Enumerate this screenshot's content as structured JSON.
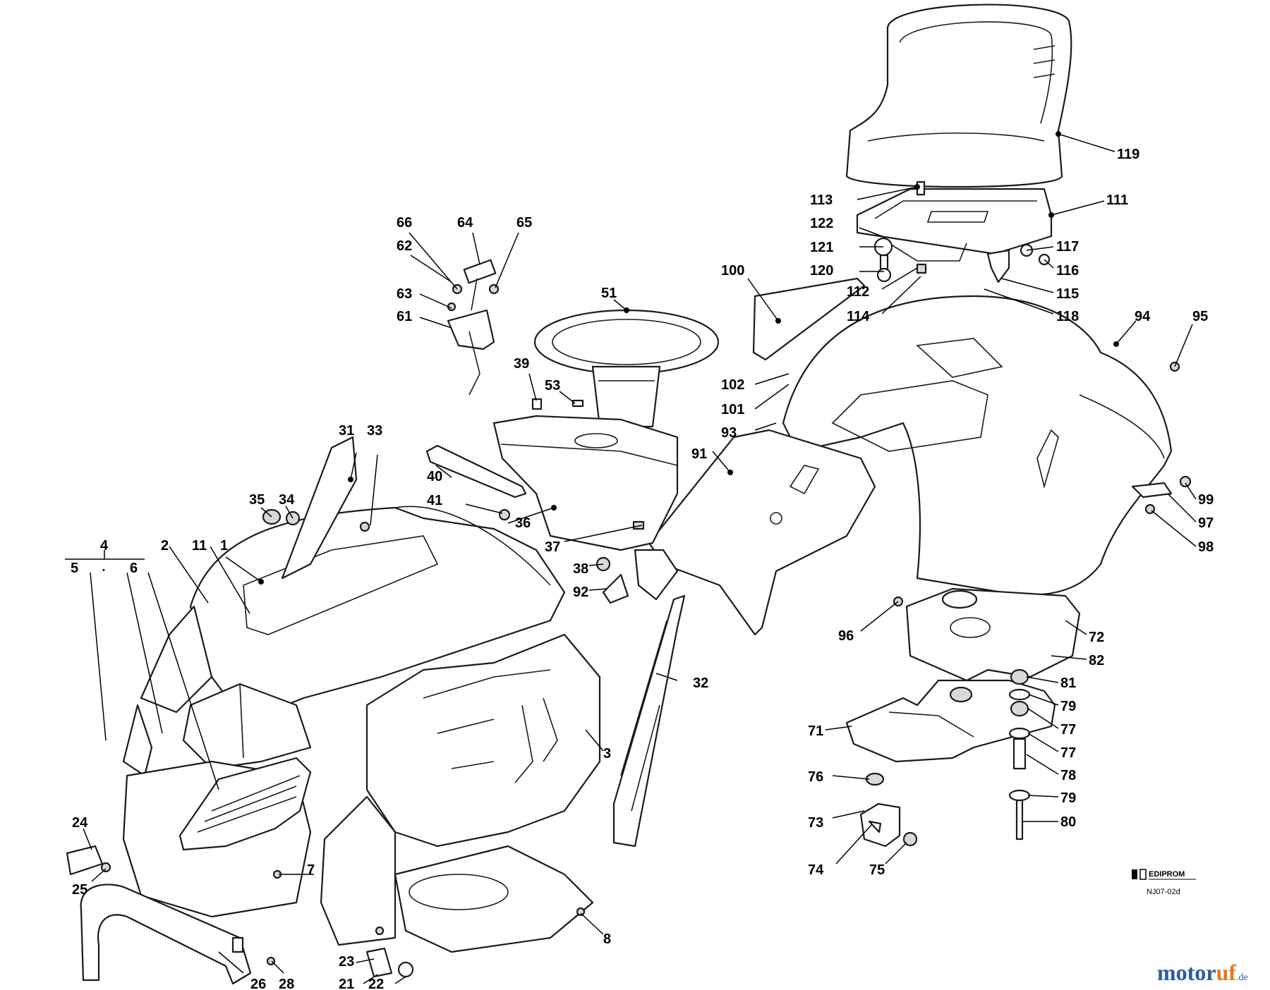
{
  "diagram": {
    "drawing_code": "NJ07-02d",
    "maker_mark": "EDIPROM",
    "watermark": {
      "part1": "motor",
      "part2": "uf",
      "suffix": ".de"
    },
    "labels": [
      "1",
      "2",
      "3",
      "4",
      "5",
      "6",
      "7",
      "8",
      "11",
      "21",
      "22",
      "23",
      "24",
      "25",
      "26",
      "28",
      "31",
      "32",
      "33",
      "34",
      "35",
      "36",
      "37",
      "38",
      "39",
      "40",
      "41",
      "51",
      "53",
      "61",
      "62",
      "63",
      "64",
      "65",
      "66",
      "71",
      "72",
      "73",
      "74",
      "75",
      "76",
      "77",
      "77",
      "78",
      "79",
      "79",
      "80",
      "81",
      "82",
      "91",
      "92",
      "93",
      "94",
      "95",
      "96",
      "96",
      "97",
      "98",
      "99",
      "100",
      "101",
      "102",
      "111",
      "112",
      "113",
      "114",
      "115",
      "116",
      "117",
      "118",
      "119",
      "120",
      "121",
      "122"
    ]
  }
}
